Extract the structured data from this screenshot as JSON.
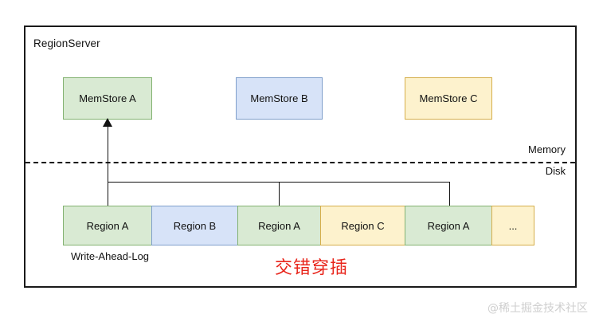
{
  "diagram": {
    "title": "RegionServer",
    "memstores": [
      {
        "id": "memstore-a",
        "label": "MemStore A",
        "color": "#d9ead3",
        "border": "#83b271"
      },
      {
        "id": "memstore-b",
        "label": "MemStore B",
        "color": "#d7e3f8",
        "border": "#7f9fcb"
      },
      {
        "id": "memstore-c",
        "label": "MemStore C",
        "color": "#fdf2cd",
        "border": "#d5ae4b"
      }
    ],
    "divider": {
      "above_label": "Memory",
      "below_label": "Disk",
      "style": "dashed"
    },
    "wal": {
      "caption": "Write-Ahead-Log",
      "cells": [
        {
          "label": "Region A",
          "variant": "green",
          "width": 112
        },
        {
          "label": "Region B",
          "variant": "blue",
          "width": 109
        },
        {
          "label": "Region A",
          "variant": "green",
          "width": 105
        },
        {
          "label": "Region C",
          "variant": "yellow",
          "width": 107
        },
        {
          "label": "Region A",
          "variant": "green",
          "width": 110
        },
        {
          "label": "...",
          "variant": "yellow",
          "width": 54
        }
      ]
    },
    "annotation": {
      "text": "交错穿插",
      "color": "#e8251b"
    },
    "watermark": "@稀土掘金技术社区"
  }
}
